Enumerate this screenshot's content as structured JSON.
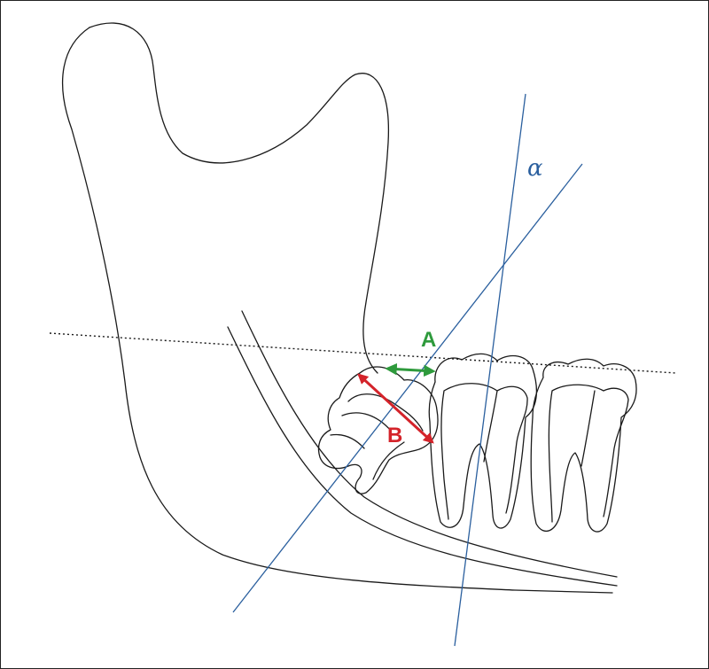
{
  "labels": {
    "a": "A",
    "b": "B",
    "alpha": "α"
  },
  "colors": {
    "outline": "#1a1a1a",
    "axis": "#2a5f9e",
    "measure_a": "#2e9a3c",
    "measure_b": "#d4232a"
  }
}
